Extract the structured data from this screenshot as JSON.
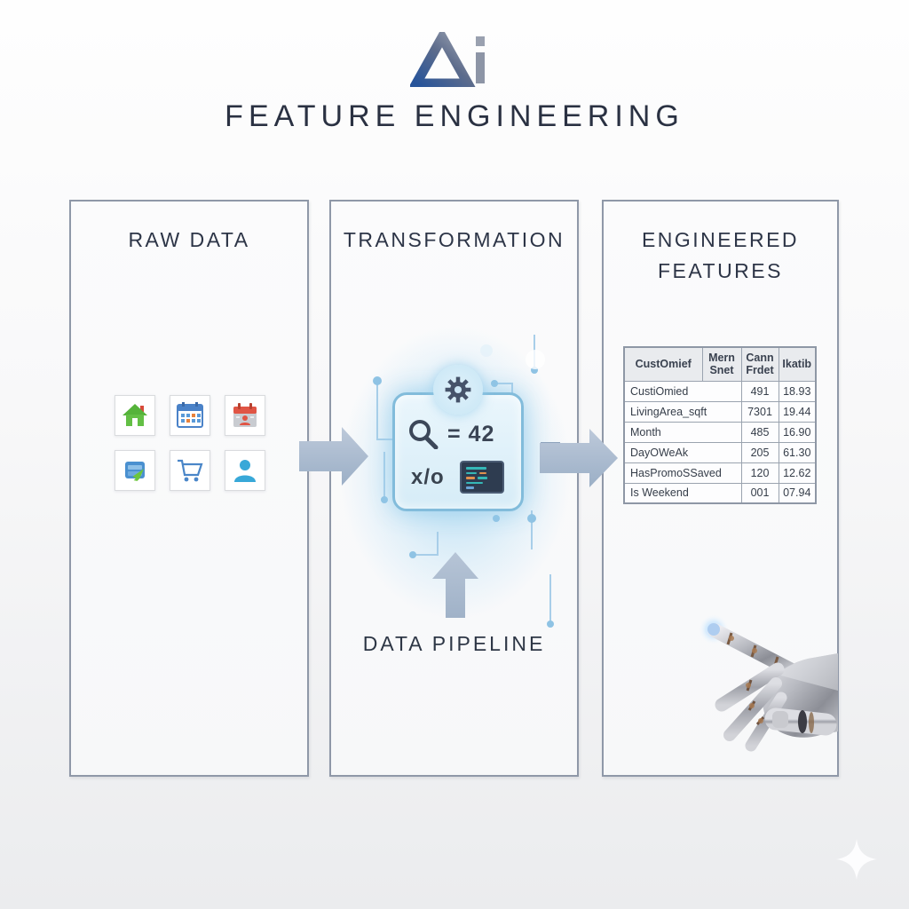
{
  "logo": {
    "label": "Ai"
  },
  "title": "FEATURE ENGINEERING",
  "panels": {
    "raw": {
      "header": "RAW DATA",
      "icons": [
        "house-icon",
        "calendar-icon",
        "event-calendar-icon",
        "listing-search-icon",
        "shopping-cart-icon",
        "user-icon"
      ]
    },
    "transformation": {
      "header": "TRANSFORMATION",
      "box": {
        "search_equation": "= 42",
        "variables": "x/o"
      },
      "pipeline_label": "DATA PIPELINE"
    },
    "engineered": {
      "header_line1": "ENGINEERED",
      "header_line2": "FEATURES",
      "table": {
        "headers": [
          "CustOmief",
          "Mern Snet",
          "Cann Frdet",
          "Ikatib"
        ],
        "rows": [
          {
            "feature": "CustiOmied",
            "value1": "491",
            "value2": "18.93"
          },
          {
            "feature": "LivingArea_sqft",
            "value1": "7301",
            "value2": "19.44"
          },
          {
            "feature": "Month",
            "value1": "485",
            "value2": "16.90"
          },
          {
            "feature": "DayOWeAk",
            "value1": "205",
            "value2": "61.30"
          },
          {
            "feature": "HasPromoSSaved",
            "value1": "120",
            "value2": "12.62"
          },
          {
            "feature": "Is Weekend",
            "value1": "001",
            "value2": "07.94"
          }
        ]
      }
    }
  },
  "colors": {
    "title_text": "#2a3142",
    "panel_border": "#8f98a8",
    "arrow": "#a4b5ca",
    "box_border": "#82bcdb",
    "box_fill": "#ddeef9",
    "circuit": "#a5cde9",
    "table_header_bg": "#e9ebee",
    "code_teal": "#35b8b8",
    "code_orange": "#e0914f",
    "glow_blue": "#b2dcf3"
  }
}
